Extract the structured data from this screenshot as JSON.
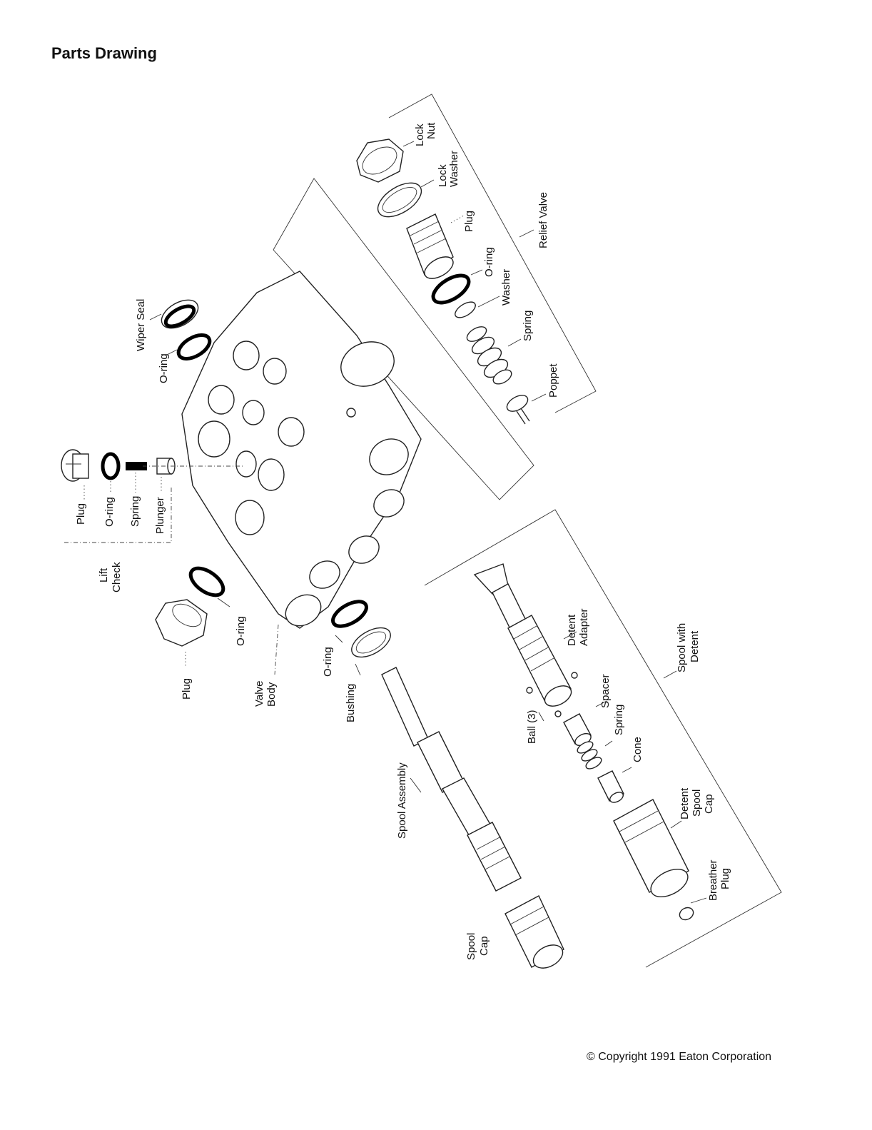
{
  "page": {
    "title": "Parts Drawing",
    "copyright": "© Copyright 1991 Eaton Corporation"
  },
  "labels": {
    "lock_nut": [
      "Lock",
      "Nut"
    ],
    "lock_washer": [
      "Lock",
      "Washer"
    ],
    "relief_plug": "Plug",
    "relief_oring": "O-ring",
    "relief_washer": "Washer",
    "relief_spring": "Spring",
    "poppet": "Poppet",
    "relief_valve": "Relief Valve",
    "wiper_seal": "Wiper Seal",
    "top_oring": "O-ring",
    "lift_plug": "Plug",
    "lift_oring": "O-ring",
    "lift_spring": "Spring",
    "plunger": "Plunger",
    "lift_check": [
      "Lift",
      "Check"
    ],
    "left_oring": "O-ring",
    "left_plug": "Plug",
    "valve_body": [
      "Valve",
      "Body"
    ],
    "bushing_oring": "O-ring",
    "bushing": "Bushing",
    "spool_assembly": "Spool Assembly",
    "spool_cap": [
      "Spool",
      "Cap"
    ],
    "detent_adapter": [
      "Detent",
      "Adapter"
    ],
    "ball": "Ball (3)",
    "spacer": "Spacer",
    "detent_spring": "Spring",
    "cone": "Cone",
    "detent_spool_cap": [
      "Detent",
      "Spool",
      "Cap"
    ],
    "breather_plug": [
      "Breather",
      "Plug"
    ],
    "spool_with_detent": [
      "Spool with",
      "Detent"
    ]
  }
}
